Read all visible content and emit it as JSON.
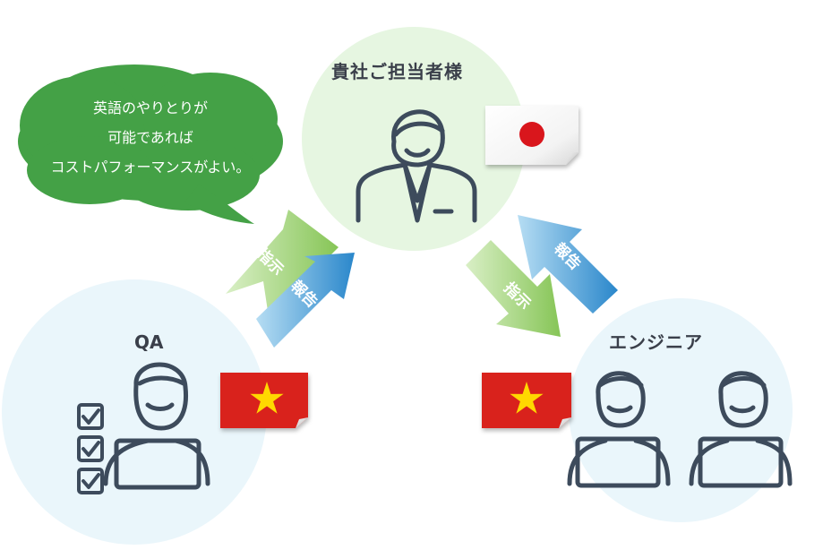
{
  "roles": {
    "client": "貴社ご担当者様",
    "qa": "QA",
    "engineer": "エンジニア"
  },
  "bubble": {
    "lines": [
      "英語のやりとりが",
      "可能であれば",
      "コストパフォーマンスがよい。"
    ]
  },
  "arrows": {
    "left_instruct": "指示",
    "left_report": "報告",
    "right_instruct": "指示",
    "right_report": "報告"
  },
  "flags": {
    "client": "japan-flag",
    "qa": "vietnam-flag",
    "engineer": "vietnam-flag"
  },
  "colors": {
    "circle": "#eaf6fb",
    "client_circle": "#e7f6e2",
    "bubble": "#44a146",
    "instruct_arrow": "#8cc95b",
    "report_arrow": "#2f8fcf",
    "icon_stroke": "#3d4b5c",
    "vietnam_red": "#d9201f",
    "vietnam_star": "#ffd800",
    "japan_red": "#d9121f"
  }
}
